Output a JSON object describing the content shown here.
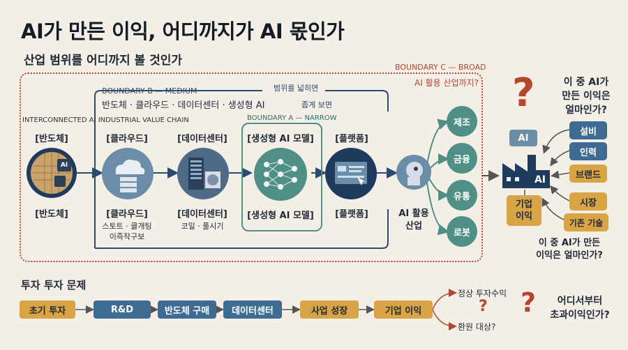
{
  "title": "AI가 만든 이익, 어디까지가 AI 몫인가",
  "subtitle": "산업 범위를 어디까지 볼 것인가",
  "boundary_c": {
    "label": "BOUNDARY C — BROAD",
    "note": "AI 활용 산업까지?"
  },
  "boundary_b": {
    "label": "BOUNDARY B — MEDIUM",
    "items": "반도체 · 클라우드 · 데이터센터 · 생성형 AI"
  },
  "boundary_a": {
    "label": "BOUNDARY A — NARROW"
  },
  "notes": {
    "widen": "범위를 넓히면",
    "narrow": "좁게 보면"
  },
  "chain_label": "INTERCONNECTED AI INDUSTRIAL VALUE CHAIN",
  "chain": [
    {
      "top": "[반도체]",
      "bottom": "[반도체]",
      "sub": "",
      "chip": "AI"
    },
    {
      "top": "[클라우드]",
      "bottom": "[클라우드]",
      "sub": "스토트 · 클개팅\n이즉작구보"
    },
    {
      "top": "[데이터센터]",
      "bottom": "[데이터센터]",
      "sub": "코일 · 풀시기"
    },
    {
      "top": "[생성형 AI 모델]",
      "bottom": "[생성형 AI 모델]",
      "sub": ""
    },
    {
      "top": "[플랫폼]",
      "bottom": "[플랫폼]",
      "sub": ""
    }
  ],
  "industry": {
    "label": "AI 활용\n산업"
  },
  "sectors": [
    "제조",
    "금융",
    "유통",
    "로봇"
  ],
  "right_panel": {
    "question_top": "이 중 AI가\n만든 이익은\n얼마인가?",
    "ai_tag": "AI",
    "factory_label": "AI",
    "company_label": "기업\n이익",
    "inputs": [
      {
        "label": "설비",
        "style": "blue"
      },
      {
        "label": "인력",
        "style": "blue"
      },
      {
        "label": "브랜드",
        "style": "gold"
      },
      {
        "label": "시장",
        "style": "gold"
      },
      {
        "label": "기존 기술",
        "style": "gold"
      }
    ],
    "question_bottom": "이 중 AI가 만든\n이익은 얼마인가?"
  },
  "bottom": {
    "title": "투자 투자 문제",
    "flow": [
      {
        "label": "초기 투자",
        "style": "gold"
      },
      {
        "label": "R&D",
        "style": "blue"
      },
      {
        "label": "반도체 구매",
        "style": "blue"
      },
      {
        "label": "데이터센터",
        "style": "blue"
      },
      {
        "label": "사업 성장",
        "style": "gold"
      },
      {
        "label": "기업 이익",
        "style": "gold"
      }
    ],
    "outcome_1": "정상 투자수익",
    "outcome_2": "환원 대상?",
    "question": "어디서부터\n초과이익인가?"
  },
  "colors": {
    "accent": "#b4452e",
    "navy": "#2c4a6e",
    "teal": "#4f8f86",
    "gold": "#d9a445",
    "blue": "#3d6b92"
  }
}
